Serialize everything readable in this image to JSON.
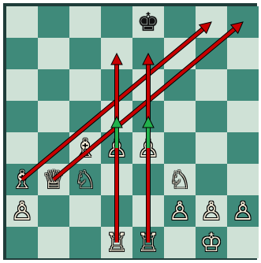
{
  "board": {
    "files": [
      "a",
      "b",
      "c",
      "d",
      "e",
      "f",
      "g",
      "h"
    ],
    "ranks": [
      8,
      7,
      6,
      5,
      4,
      3,
      2,
      1
    ],
    "colors": {
      "light": "#cfe1d6",
      "dark": "#3f8a7a"
    },
    "pieces": [
      {
        "square": "e8",
        "piece": "king",
        "color": "black",
        "glyph": "♚"
      },
      {
        "square": "c4",
        "piece": "bishop",
        "color": "white",
        "glyph": "♗"
      },
      {
        "square": "d4",
        "piece": "pawn",
        "color": "white",
        "glyph": "♙"
      },
      {
        "square": "e4",
        "piece": "pawn",
        "color": "white",
        "glyph": "♙"
      },
      {
        "square": "a3",
        "piece": "bishop",
        "color": "white",
        "glyph": "♗"
      },
      {
        "square": "b3",
        "piece": "queen",
        "color": "white",
        "glyph": "♕"
      },
      {
        "square": "c3",
        "piece": "knight",
        "color": "white",
        "glyph": "♘"
      },
      {
        "square": "f3",
        "piece": "knight",
        "color": "white",
        "glyph": "♘"
      },
      {
        "square": "a2",
        "piece": "pawn",
        "color": "white",
        "glyph": "♙"
      },
      {
        "square": "f2",
        "piece": "pawn",
        "color": "white",
        "glyph": "♙"
      },
      {
        "square": "g2",
        "piece": "pawn",
        "color": "white",
        "glyph": "♙"
      },
      {
        "square": "h2",
        "piece": "pawn",
        "color": "white",
        "glyph": "♙"
      },
      {
        "square": "d1",
        "piece": "rook",
        "color": "white",
        "glyph": "♖"
      },
      {
        "square": "e1",
        "piece": "rook",
        "color": "white",
        "glyph": "♖"
      },
      {
        "square": "g1",
        "piece": "king",
        "color": "white",
        "glyph": "♔"
      }
    ]
  },
  "arrows": [
    {
      "from": "a3",
      "to": "g8",
      "color": "#c80000"
    },
    {
      "from": "b3",
      "to": "h8",
      "color": "#c80000"
    },
    {
      "from": "d1",
      "to": "d7",
      "color": "#c80000"
    },
    {
      "from": "e1",
      "to": "e7",
      "color": "#c80000"
    },
    {
      "from": "d4",
      "to": "d5",
      "color": "#22b14c"
    },
    {
      "from": "e4",
      "to": "e5",
      "color": "#22b14c"
    }
  ]
}
